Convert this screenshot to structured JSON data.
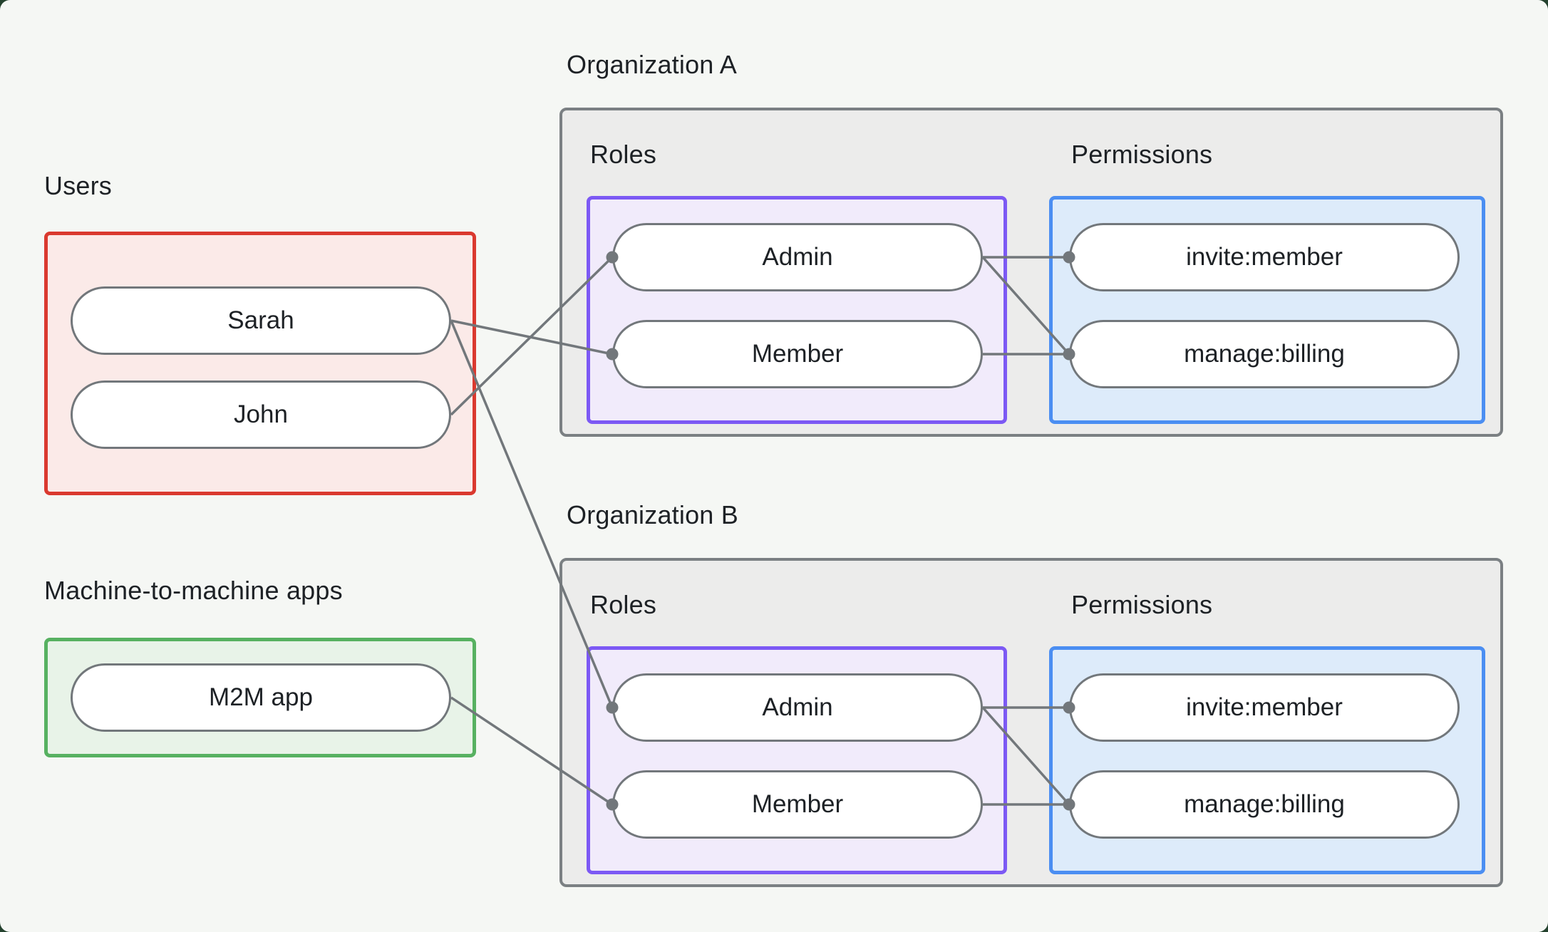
{
  "users": {
    "label": "Users",
    "items": [
      "Sarah",
      "John"
    ]
  },
  "m2m": {
    "label": "Machine-to-machine apps",
    "items": [
      "M2M app"
    ]
  },
  "orgs": [
    {
      "title": "Organization A",
      "roles_label": "Roles",
      "permissions_label": "Permissions",
      "roles": [
        "Admin",
        "Member"
      ],
      "permissions": [
        "invite:member",
        "manage:billing"
      ]
    },
    {
      "title": "Organization B",
      "roles_label": "Roles",
      "permissions_label": "Permissions",
      "roles": [
        "Admin",
        "Member"
      ],
      "permissions": [
        "invite:member",
        "manage:billing"
      ]
    }
  ],
  "edges": [
    [
      "sarah",
      "orga-member"
    ],
    [
      "john",
      "orga-admin"
    ],
    [
      "sarah",
      "orgb-admin"
    ],
    [
      "m2m-app",
      "orgb-member"
    ],
    [
      "orga-admin",
      "orga-invite"
    ],
    [
      "orga-admin",
      "orga-billing"
    ],
    [
      "orga-member",
      "orga-billing"
    ],
    [
      "orgb-admin",
      "orgb-invite"
    ],
    [
      "orgb-admin",
      "orgb-billing"
    ],
    [
      "orgb-member",
      "orgb-billing"
    ]
  ],
  "colors": {
    "backdrop": "#24422e",
    "canvas_bg": "#f5f7f4",
    "org_fill": "#ececeb",
    "org_border": "#7b8083",
    "users_border": "#da392f",
    "users_fill": "#fbeae8",
    "m2m_border": "#57b161",
    "m2m_fill": "#e8f3e8",
    "roles_border": "#7c59f4",
    "roles_fill": "#f1ebfb",
    "permissions_border": "#4b8ef2",
    "permissions_fill": "#ddebfa",
    "pill_border": "#72777b",
    "connector": "#72777b",
    "text": "#1d2125"
  }
}
